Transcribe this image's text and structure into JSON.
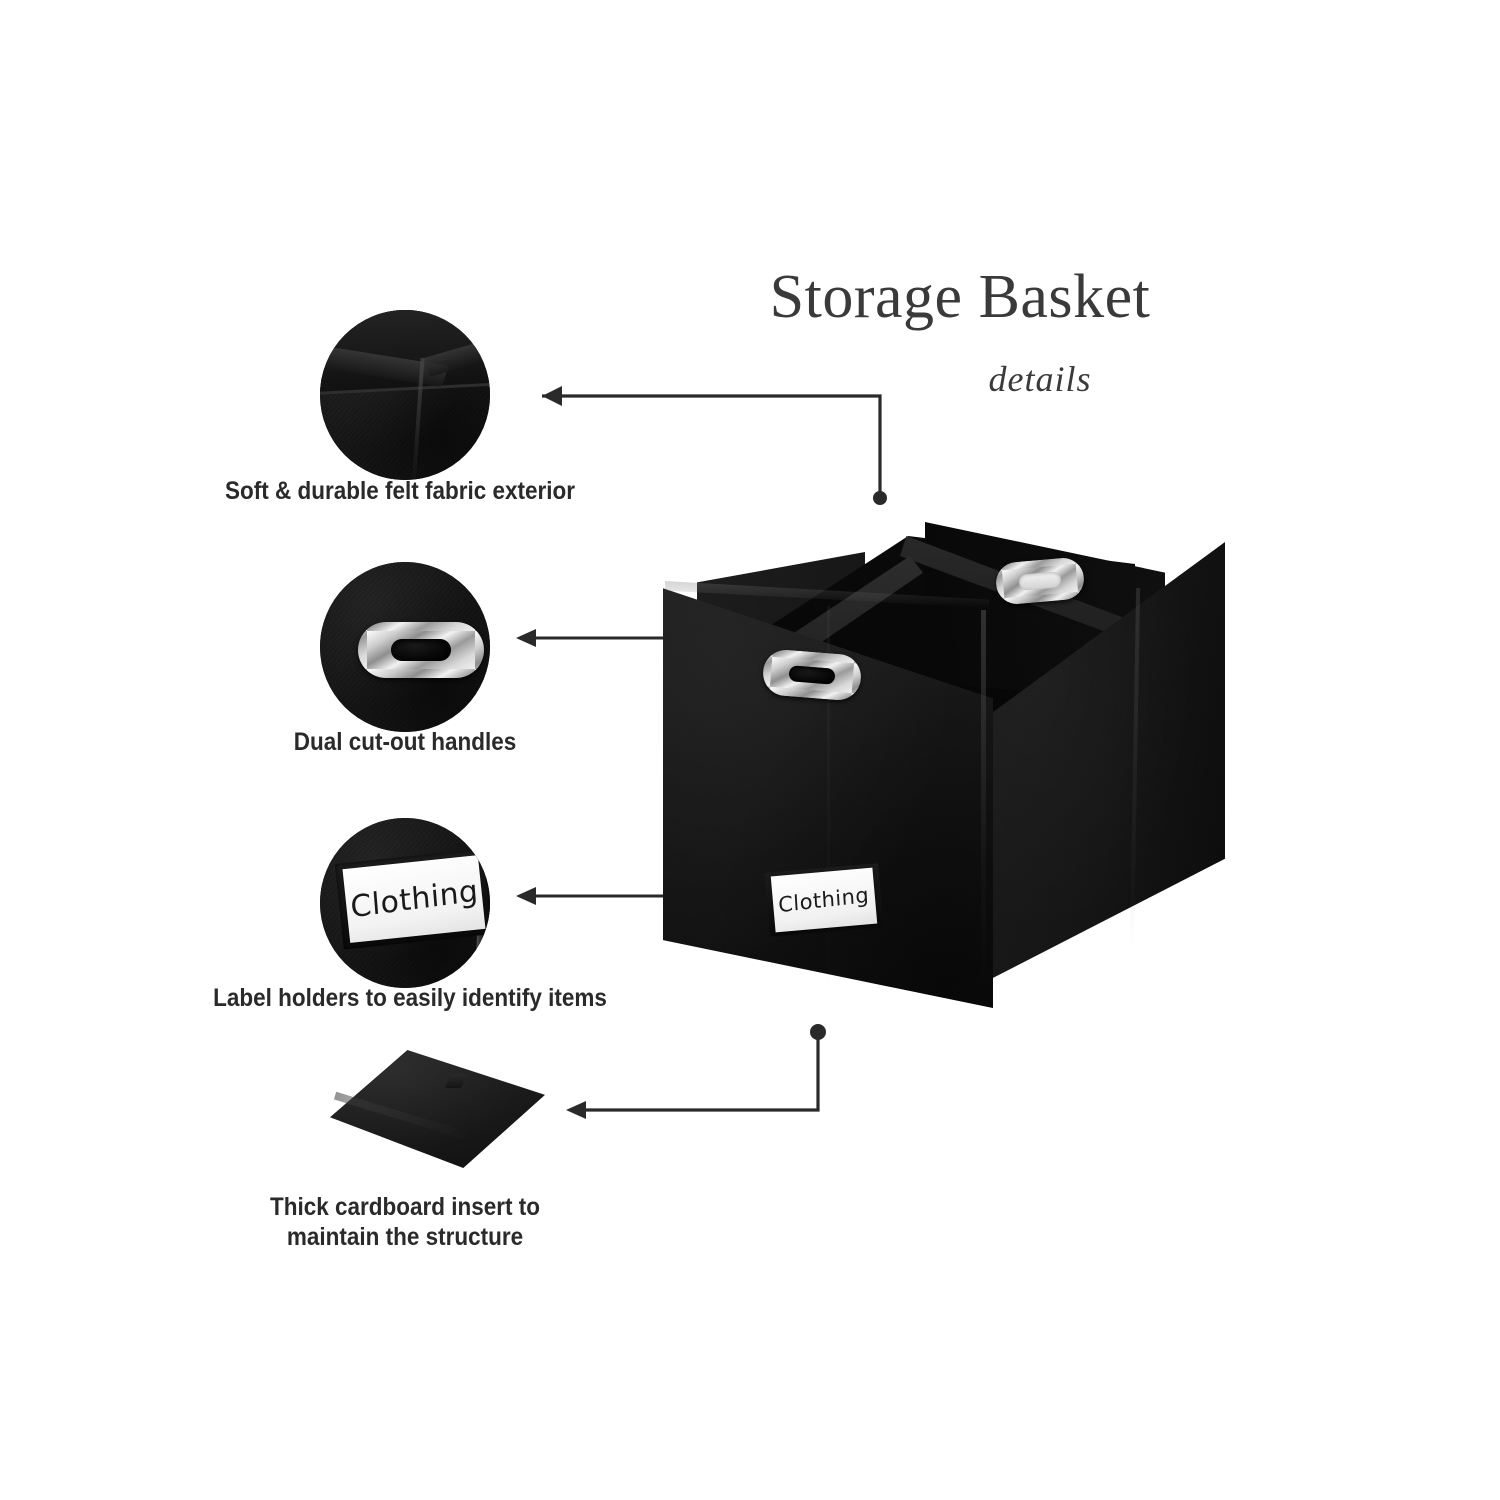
{
  "header": {
    "title": "Storage Basket",
    "subtitle": "details"
  },
  "product": {
    "label_text": "Clothing",
    "colors": {
      "background": "#ffffff",
      "title_text": "#3a3a3a",
      "caption_text": "#2a2a2a",
      "connector_line": "#2a2a2a",
      "felt_black": "#141414",
      "chrome": "#e8e8e8",
      "label_card": "#ffffff"
    }
  },
  "features": [
    {
      "id": "felt-exterior",
      "caption": "Soft & durable felt fabric exterior",
      "thumbnail_name": "felt-corner-closeup",
      "connector_type": "elbow-up"
    },
    {
      "id": "cut-out-handles",
      "caption": "Dual cut-out handles",
      "thumbnail_name": "chrome-handle-closeup",
      "connector_type": "straight"
    },
    {
      "id": "label-holders",
      "caption": "Label holders to easily identify items",
      "thumbnail_name": "label-holder-closeup",
      "thumbnail_label_text": "Clothing",
      "connector_type": "straight"
    },
    {
      "id": "cardboard-insert",
      "caption": "Thick cardboard insert to\nmaintain the structure",
      "thumbnail_name": "cardboard-insert-panel",
      "connector_type": "elbow-down"
    }
  ]
}
